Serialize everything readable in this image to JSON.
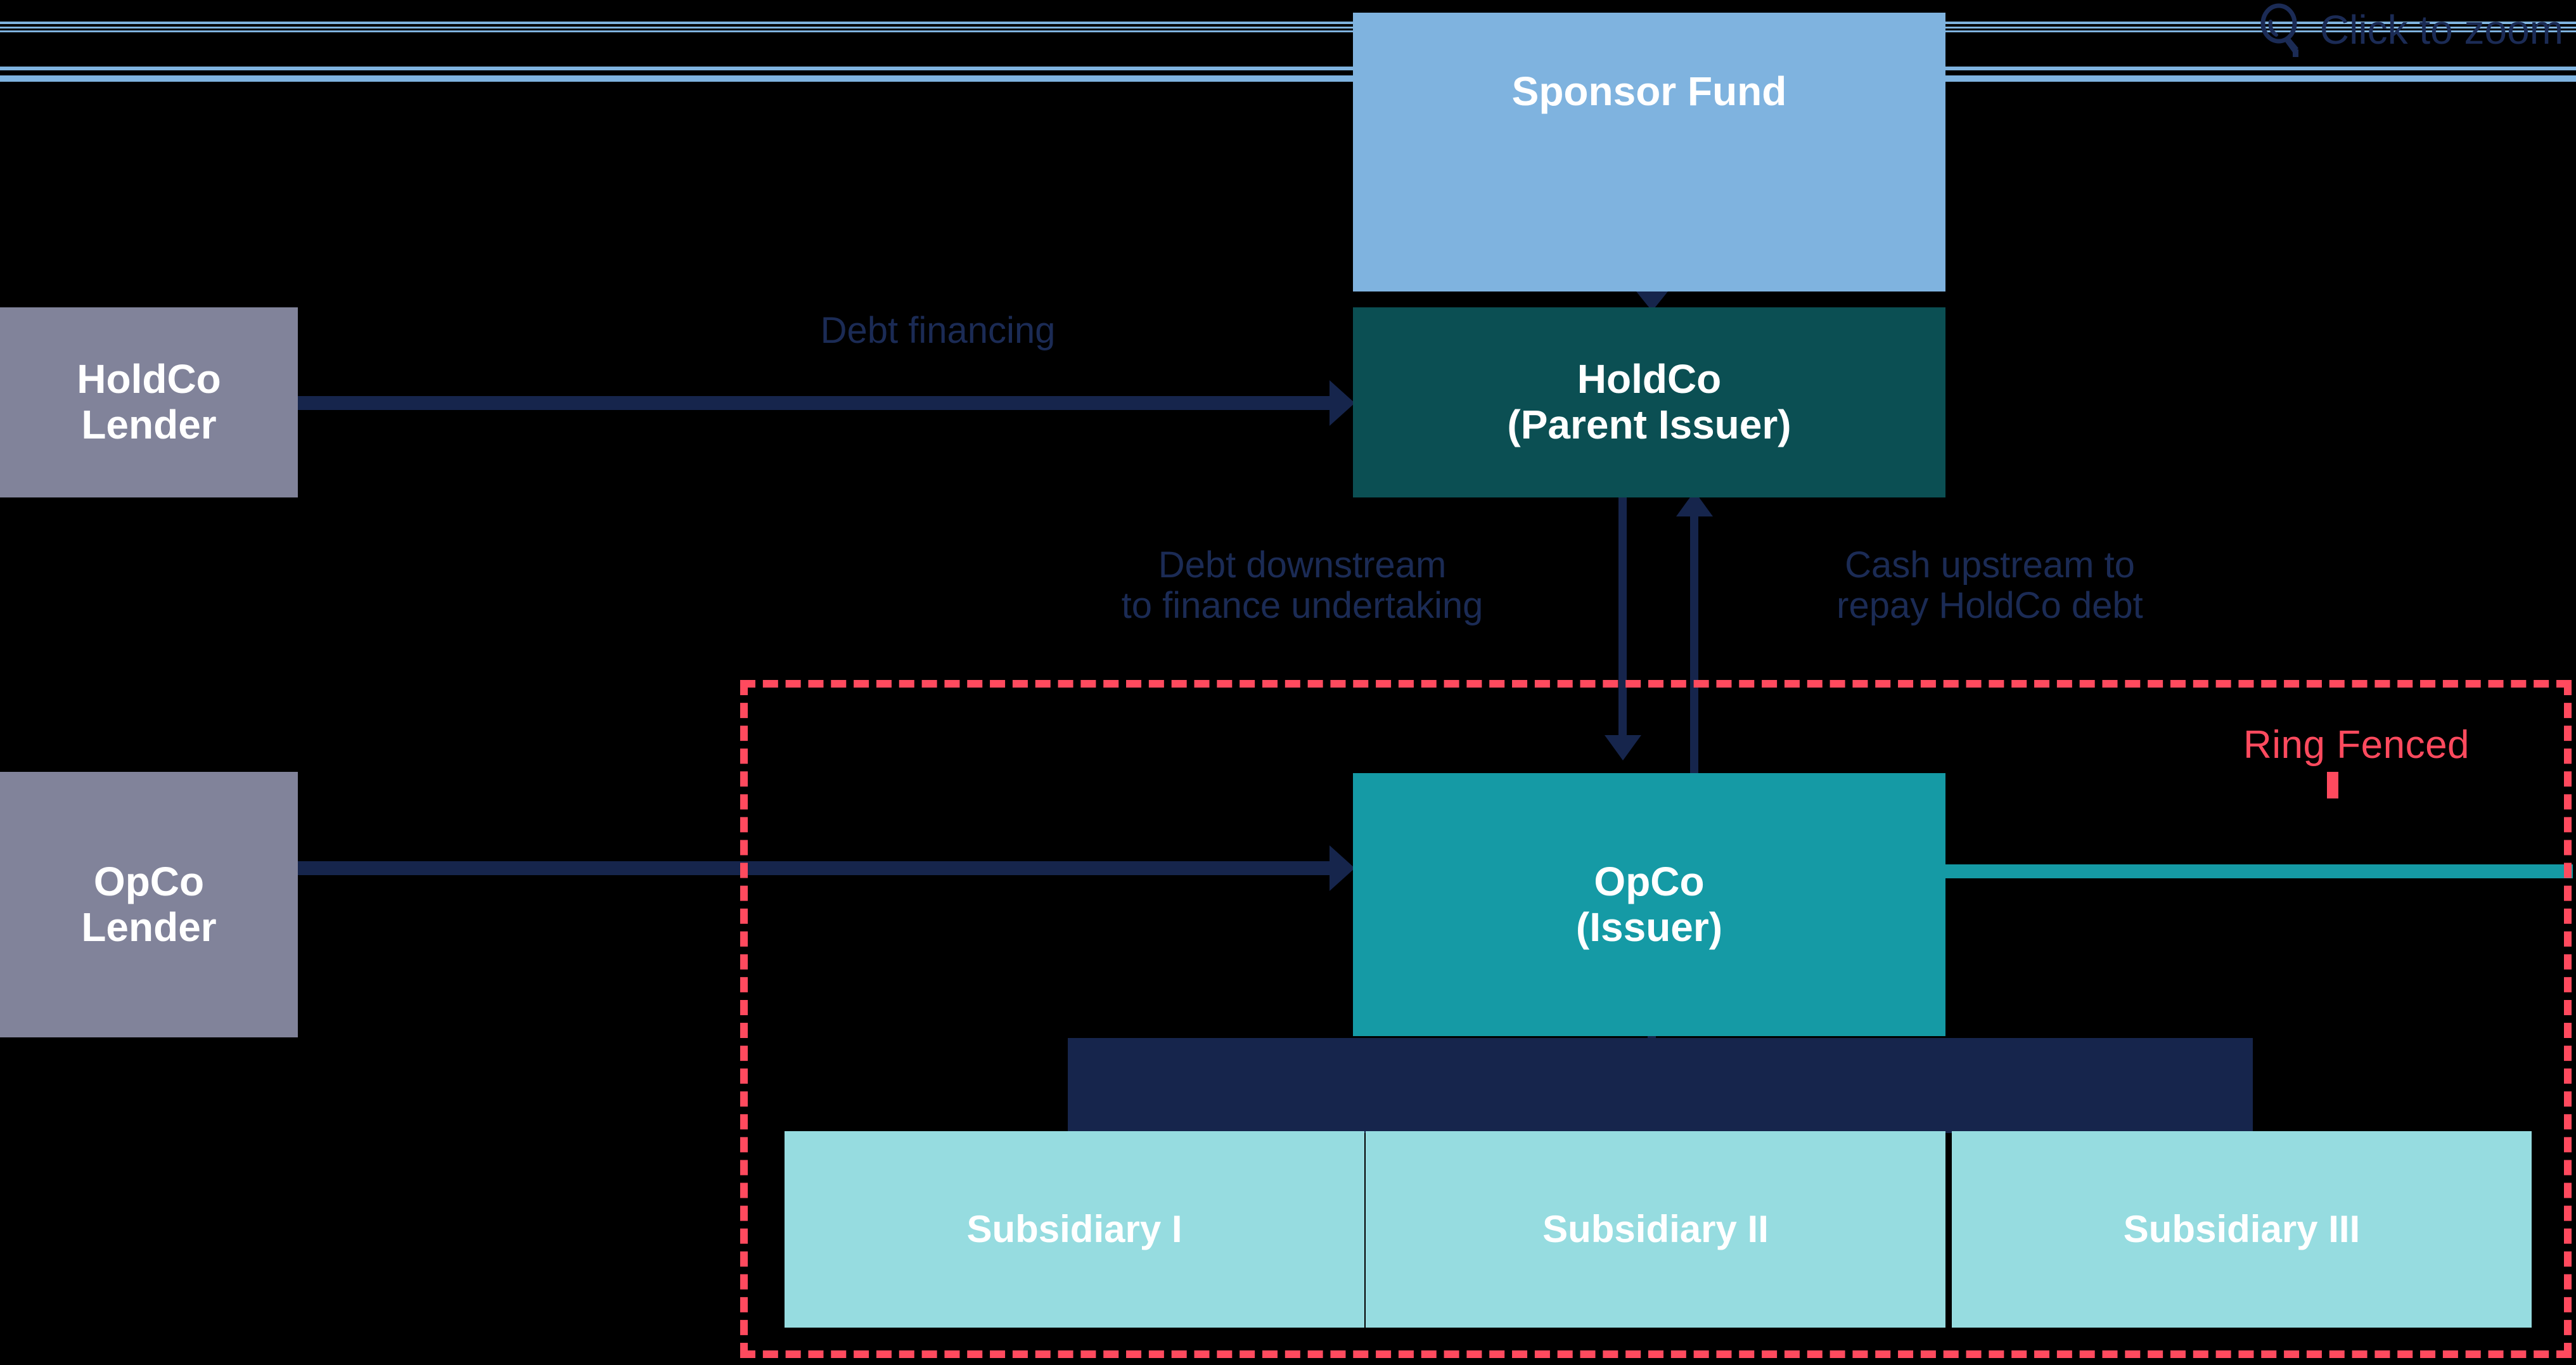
{
  "zoom_hint": {
    "label": "Click to zoom",
    "icon": "magnifier-icon"
  },
  "colors": {
    "sponsor_fund": "#7FB3DF",
    "holdco_issuer": "#0B4F53",
    "opco_issuer": "#159AA5",
    "lender": "#81839A",
    "subsidiary": "#96DCE0",
    "connector_navy": "#16254C",
    "ring_fence_red": "#FF4A5E",
    "label_text": "#1B2B55",
    "background": "#000000"
  },
  "nodes": {
    "sponsor_fund": {
      "label": "Sponsor Fund"
    },
    "holdco_lender": {
      "line1": "HoldCo",
      "line2": "Lender"
    },
    "holdco_issuer": {
      "line1": "HoldCo",
      "line2": "(Parent Issuer)"
    },
    "opco_lender": {
      "line1": "OpCo",
      "line2": "Lender"
    },
    "opco_issuer": {
      "line1": "OpCo",
      "line2": "(Issuer)"
    },
    "subsidiaries": [
      {
        "label": "Subsidiary I"
      },
      {
        "label": "Subsidiary II"
      },
      {
        "label": "Subsidiary III"
      }
    ]
  },
  "flows": {
    "debt_financing": "Debt financing",
    "debt_downstream_line1": "Debt downstream",
    "debt_downstream_line2": "to finance undertaking",
    "cash_upstream_line1": "Cash upstream to",
    "cash_upstream_line2": "repay HoldCo debt"
  },
  "ring_fence": {
    "label": "Ring Fenced"
  }
}
